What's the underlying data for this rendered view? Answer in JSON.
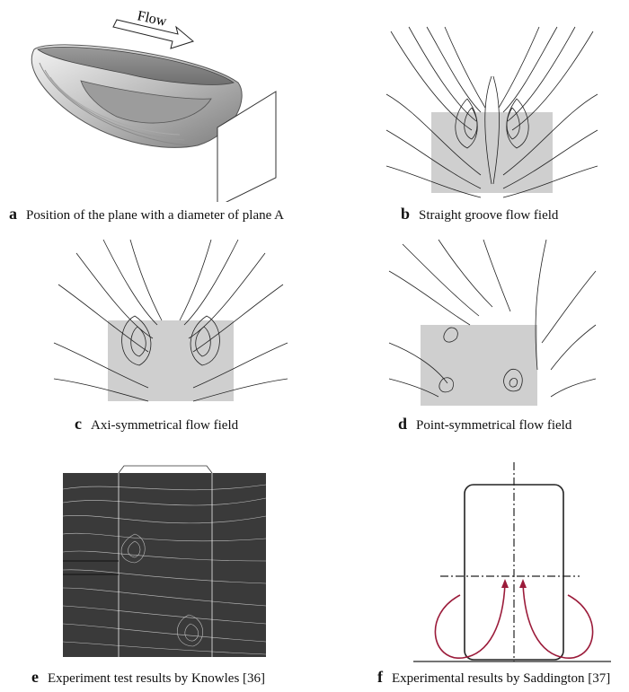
{
  "figure": {
    "panels": [
      {
        "id": "a",
        "letter": "a",
        "caption": "Position of the plane with a diameter of plane A",
        "flow_label": "Flow"
      },
      {
        "id": "b",
        "letter": "b",
        "caption": "Straight groove flow field"
      },
      {
        "id": "c",
        "letter": "c",
        "caption": "Axi-symmetrical flow field"
      },
      {
        "id": "d",
        "letter": "d",
        "caption": "Point-symmetrical flow field"
      },
      {
        "id": "e",
        "letter": "e",
        "caption": "Experiment test results by Knowles [36]"
      },
      {
        "id": "f",
        "letter": "f",
        "caption": "Experimental results by Saddington [37]"
      }
    ]
  },
  "colors": {
    "stroke": "#222222",
    "shade": "#cfcfcf",
    "vortex_arrow": "#9b1b3a"
  }
}
